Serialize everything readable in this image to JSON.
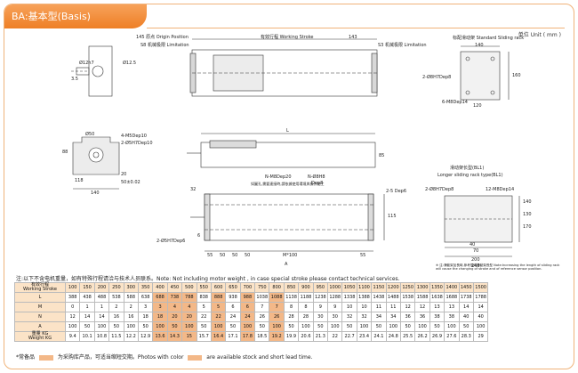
{
  "title": "BA:基本型(Basis)",
  "unit": "单位 Unit ( mm )",
  "labels": {
    "origin": "145 原点 Origin Position",
    "stroke": "有效行程 Working Stroke",
    "s143": "143",
    "s8": "S8 机械极限 Limitation",
    "s3": "S3 机械极限 Limitation",
    "std_rack": "标配滑动架 Standard Sliding rack",
    "d12h7": "Ø12h7",
    "d12_5": "Ø12.5",
    "d3_5": "3.5",
    "d8h7a": "2-Ø8H7Dep8",
    "m6a": "6-M8Dep14",
    "d140a": "140",
    "d120a": "120",
    "d160": "160",
    "d50": "Ø50",
    "m5": "4-M5Dep10",
    "d5h7a": "2-Ø5H7Dep10",
    "d88": "88",
    "d118": "118",
    "d20": "20",
    "d50b": "50±0.02",
    "d140b": "140",
    "L": "L",
    "d85": "85",
    "n_m8": "N-M8Dep20",
    "n_d8h8": "N-Ø8H8",
    "depth": "Dep8",
    "note_hole": "如圖孔,需要連接時,請依據使用環境與操作加工",
    "d32": "32",
    "d6": "6",
    "d5h7b": "2-Ø5H7Dep6",
    "d115": "115",
    "d5": "2-5 Dep6",
    "dims_bottom": [
      "55",
      "50",
      "50",
      "50",
      "55"
    ],
    "m100": "M*100",
    "a": "A",
    "long_rack_cn": "滑动架长型(BL1)",
    "long_rack_en": "Longer sliding rack type(BL1)",
    "d8h7b": "2-Ø8H7Dep8",
    "m12": "12-M8Dep14",
    "d140c": "140",
    "d130": "130",
    "d170": "170",
    "d40": "40",
    "d70": "70",
    "d200": "200",
    "d240": "240",
    "note_rack": "※ 注:滑動架加長時,參考換成滑動架長型 Note:Increasing the length of sliding rack will cause the changing of stroke and of reference sensor position."
  },
  "note": "注:以下不含电机重量，如有特殊行程请洽与技术人员联系。Note: Not including motor weight , in case special stroke please contact technical services.",
  "table": {
    "row_headers": [
      [
        "有效行程",
        "Working Stroke"
      ],
      [
        "L"
      ],
      [
        "M"
      ],
      [
        "N"
      ],
      [
        "A"
      ],
      [
        "重量 KG",
        "Weight KG"
      ]
    ],
    "strokes": [
      "100",
      "150",
      "200",
      "250",
      "300",
      "350",
      "400",
      "450",
      "500",
      "550",
      "600",
      "650",
      "700",
      "750",
      "800",
      "850",
      "900",
      "950",
      "1000",
      "1050",
      "1100",
      "1150",
      "1200",
      "1250",
      "1300",
      "1350",
      "1400",
      "1450",
      "1500"
    ],
    "L": [
      "388",
      "438",
      "488",
      "538",
      "588",
      "638",
      "688",
      "738",
      "788",
      "838",
      "888",
      "938",
      "988",
      "1038",
      "1088",
      "1138",
      "1188",
      "1238",
      "1288",
      "1338",
      "1388",
      "1438",
      "1488",
      "1538",
      "1588",
      "1638",
      "1688",
      "1738",
      "1788"
    ],
    "M": [
      "0",
      "1",
      "1",
      "2",
      "2",
      "3",
      "3",
      "4",
      "4",
      "5",
      "5",
      "6",
      "6",
      "7",
      "7",
      "8",
      "8",
      "9",
      "9",
      "10",
      "10",
      "11",
      "11",
      "12",
      "12",
      "13",
      "13",
      "14",
      "14"
    ],
    "N": [
      "12",
      "14",
      "14",
      "16",
      "16",
      "18",
      "18",
      "20",
      "20",
      "22",
      "22",
      "24",
      "24",
      "26",
      "26",
      "28",
      "28",
      "30",
      "30",
      "32",
      "32",
      "34",
      "34",
      "36",
      "36",
      "38",
      "38",
      "40",
      "40"
    ],
    "A": [
      "100",
      "50",
      "100",
      "50",
      "100",
      "50",
      "100",
      "50",
      "100",
      "50",
      "100",
      "50",
      "100",
      "50",
      "100",
      "50",
      "100",
      "50",
      "100",
      "50",
      "100",
      "50",
      "100",
      "50",
      "100",
      "50",
      "100",
      "50",
      "100"
    ],
    "W": [
      "9.4",
      "10.1",
      "10.8",
      "11.5",
      "12.2",
      "12.9",
      "13.6",
      "14.3",
      "15",
      "15.7",
      "16.4",
      "17.1",
      "17.8",
      "18.5",
      "19.2",
      "19.9",
      "20.6",
      "21.3",
      "22",
      "22.7",
      "23.4",
      "24.1",
      "24.8",
      "25.5",
      "26.2",
      "26.9",
      "27.6",
      "28.3",
      "29"
    ],
    "highlight": [
      6,
      7,
      8,
      10,
      12,
      14
    ]
  },
  "footer": {
    "prefix": "*常备品",
    "middle": "为采购库产品，可适当缩短交期。Photos with color",
    "suffix": "are available stock  and short lead time."
  },
  "colors": {
    "accent": "#ee7f26",
    "highlight": "#f3b888",
    "header": "#fbe3c7"
  }
}
